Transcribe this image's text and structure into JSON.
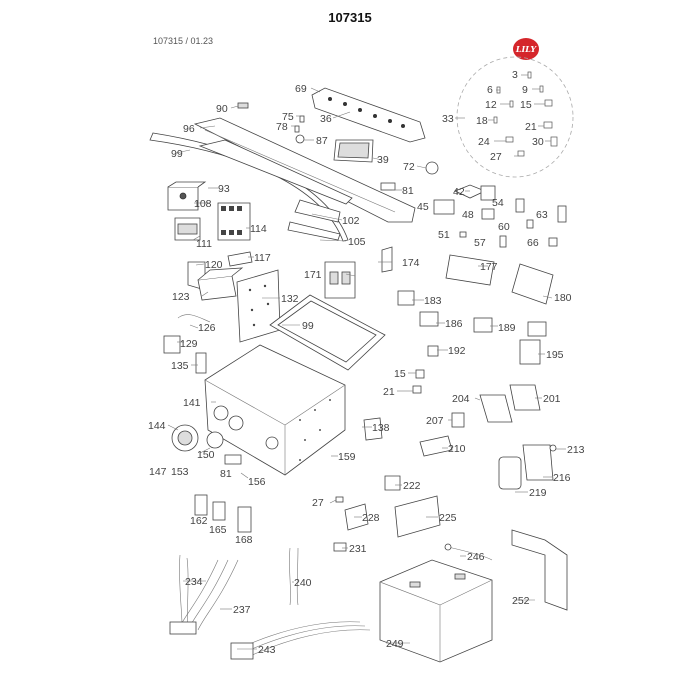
{
  "header": {
    "title": "107315",
    "doc_ref": "107315 / 01.23",
    "logo_text": "LILY",
    "logo_color": "#d5262b"
  },
  "parts": [
    {
      "id": "p3",
      "label": "3"
    },
    {
      "id": "p6",
      "label": "6"
    },
    {
      "id": "p9",
      "label": "9"
    },
    {
      "id": "p12",
      "label": "12"
    },
    {
      "id": "p15a",
      "label": "15"
    },
    {
      "id": "p18",
      "label": "18"
    },
    {
      "id": "p21a",
      "label": "21"
    },
    {
      "id": "p24",
      "label": "24"
    },
    {
      "id": "p27a",
      "label": "27"
    },
    {
      "id": "p30",
      "label": "30"
    },
    {
      "id": "p33",
      "label": "33"
    },
    {
      "id": "p36",
      "label": "36"
    },
    {
      "id": "p39",
      "label": "39"
    },
    {
      "id": "p42",
      "label": "42"
    },
    {
      "id": "p45",
      "label": "45"
    },
    {
      "id": "p48",
      "label": "48"
    },
    {
      "id": "p51",
      "label": "51"
    },
    {
      "id": "p54",
      "label": "54"
    },
    {
      "id": "p57",
      "label": "57"
    },
    {
      "id": "p60",
      "label": "60"
    },
    {
      "id": "p63",
      "label": "63"
    },
    {
      "id": "p66",
      "label": "66"
    },
    {
      "id": "p69",
      "label": "69"
    },
    {
      "id": "p72",
      "label": "72"
    },
    {
      "id": "p75",
      "label": "75"
    },
    {
      "id": "p78",
      "label": "78"
    },
    {
      "id": "p81a",
      "label": "81"
    },
    {
      "id": "p81b",
      "label": "81"
    },
    {
      "id": "p87",
      "label": "87"
    },
    {
      "id": "p90",
      "label": "90"
    },
    {
      "id": "p93",
      "label": "93"
    },
    {
      "id": "p96",
      "label": "96"
    },
    {
      "id": "p99a",
      "label": "99"
    },
    {
      "id": "p99b",
      "label": "99"
    },
    {
      "id": "p102",
      "label": "102"
    },
    {
      "id": "p105",
      "label": "105"
    },
    {
      "id": "p108",
      "label": "108"
    },
    {
      "id": "p111",
      "label": "111"
    },
    {
      "id": "p114",
      "label": "114"
    },
    {
      "id": "p117",
      "label": "117"
    },
    {
      "id": "p120",
      "label": "120"
    },
    {
      "id": "p123",
      "label": "123"
    },
    {
      "id": "p126",
      "label": "126"
    },
    {
      "id": "p129",
      "label": "129"
    },
    {
      "id": "p132",
      "label": "132"
    },
    {
      "id": "p135",
      "label": "135"
    },
    {
      "id": "p138",
      "label": "138"
    },
    {
      "id": "p141",
      "label": "141"
    },
    {
      "id": "p144",
      "label": "144"
    },
    {
      "id": "p147",
      "label": "147"
    },
    {
      "id": "p150",
      "label": "150"
    },
    {
      "id": "p153",
      "label": "153"
    },
    {
      "id": "p156",
      "label": "156"
    },
    {
      "id": "p159",
      "label": "159"
    },
    {
      "id": "p162",
      "label": "162"
    },
    {
      "id": "p165",
      "label": "165"
    },
    {
      "id": "p168",
      "label": "168"
    },
    {
      "id": "p171",
      "label": "171"
    },
    {
      "id": "p174",
      "label": "174"
    },
    {
      "id": "p177",
      "label": "177"
    },
    {
      "id": "p180",
      "label": "180"
    },
    {
      "id": "p183",
      "label": "183"
    },
    {
      "id": "p186",
      "label": "186"
    },
    {
      "id": "p189",
      "label": "189"
    },
    {
      "id": "p192",
      "label": "192"
    },
    {
      "id": "p195",
      "label": "195"
    },
    {
      "id": "p15b",
      "label": "15"
    },
    {
      "id": "p21b",
      "label": "21"
    },
    {
      "id": "p201",
      "label": "201"
    },
    {
      "id": "p204",
      "label": "204"
    },
    {
      "id": "p207",
      "label": "207"
    },
    {
      "id": "p210",
      "label": "210"
    },
    {
      "id": "p213",
      "label": "213"
    },
    {
      "id": "p216",
      "label": "216"
    },
    {
      "id": "p219",
      "label": "219"
    },
    {
      "id": "p222",
      "label": "222"
    },
    {
      "id": "p225",
      "label": "225"
    },
    {
      "id": "p27b",
      "label": "27"
    },
    {
      "id": "p228",
      "label": "228"
    },
    {
      "id": "p231",
      "label": "231"
    },
    {
      "id": "p234",
      "label": "234"
    },
    {
      "id": "p237",
      "label": "237"
    },
    {
      "id": "p240",
      "label": "240"
    },
    {
      "id": "p243",
      "label": "243"
    },
    {
      "id": "p246",
      "label": "246"
    },
    {
      "id": "p249",
      "label": "249"
    },
    {
      "id": "p252",
      "label": "252"
    }
  ]
}
